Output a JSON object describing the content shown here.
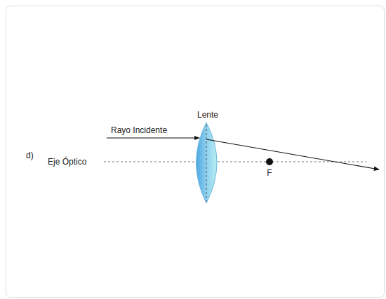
{
  "diagram": {
    "labels": [
      "d)",
      "Eje Óptico",
      "Rayo Incidente",
      "Lente",
      "F"
    ]
  }
}
